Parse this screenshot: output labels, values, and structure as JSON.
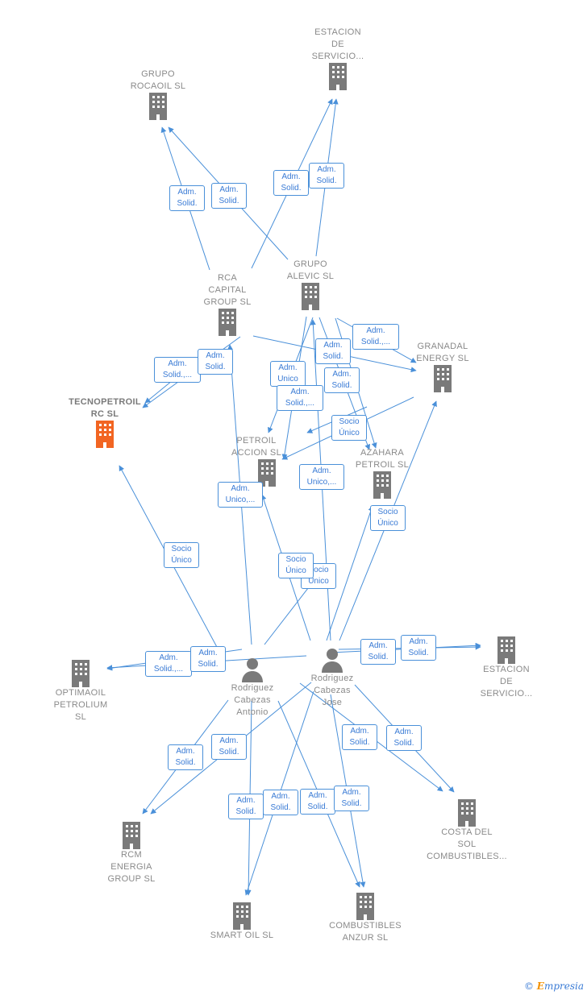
{
  "colors": {
    "edge": "#4a90d9",
    "company": "#7a7a7a",
    "highlight": "#f26522",
    "person": "#7a7a7a"
  },
  "nodes": {
    "estacion1": {
      "label": "ESTACION\nDE\nSERVICIO...",
      "icon": "building-icon"
    },
    "rocaoil": {
      "label": "GRUPO\nROCAOIL SL",
      "icon": "building-icon"
    },
    "rca": {
      "label": "RCA\nCAPITAL\nGROUP SL",
      "icon": "building-icon"
    },
    "alevic": {
      "label": "GRUPO\nALEVIC SL",
      "icon": "building-icon"
    },
    "granadal": {
      "label": "GRANADAL\nENERGY SL",
      "icon": "building-icon"
    },
    "tecnopetroil": {
      "label": "TECNOPETROIL\nRC SL",
      "icon": "building-icon"
    },
    "petroil": {
      "label": "PETROIL\nACCION SL",
      "icon": "building-icon"
    },
    "azahara": {
      "label": "AZAHARA\nPETROIL SL",
      "icon": "building-icon"
    },
    "optimaoil": {
      "label": "OPTIMAOIL\nPETROLIUM\nSL",
      "icon": "building-icon"
    },
    "estacion2": {
      "label": "ESTACION\nDE\nSERVICIO...",
      "icon": "building-icon"
    },
    "antonio": {
      "label": "Rodriguez\nCabezas\nAntonio",
      "icon": "person-icon"
    },
    "jose": {
      "label": "Rodriguez\nCabezas\nJose",
      "icon": "person-icon"
    },
    "rcm": {
      "label": "RCM\nENERGIA\nGROUP SL",
      "icon": "building-icon"
    },
    "costa": {
      "label": "COSTA DEL\nSOL\nCOMBUSTIBLES...",
      "icon": "building-icon"
    },
    "smartoil": {
      "label": "SMART OIL SL",
      "icon": "building-icon"
    },
    "anzur": {
      "label": "COMBUSTIBLES\nANZUR SL",
      "icon": "building-icon"
    }
  },
  "badges": [
    "Adm.\nSolid.",
    "Adm.\nSolid.",
    "Adm.\nSolid.",
    "Adm.\nSolid.",
    "Adm.\nSolid.,...",
    "Adm.\nSolid.",
    "Adm.\nSolid.",
    "Adm.\nSolid.,...",
    "Adm.\nUnico",
    "Adm.\nSolid.,...",
    "Adm.\nSolid.",
    "Socio\nÚnico",
    "Adm.\nUnico,...",
    "Adm.\nUnico,...",
    "Socio\nÚnico",
    "Socio\nÚnico",
    "Socio\nÚnico",
    "Socio\nÚnico",
    "Adm.\nSolid.,...",
    "Adm.\nSolid.",
    "Adm.\nSolid.",
    "Adm.\nSolid.",
    "Adm.\nSolid.",
    "Adm.\nSolid.",
    "Adm.\nSolid.",
    "Adm.\nSolid.",
    "Adm.\nSolid.",
    "Adm.\nSolid.",
    "Adm.\nSolid.",
    "Adm.\nSolid."
  ],
  "footer": {
    "copyright": "©",
    "brand_e": "E",
    "brand_rest": "mpresia"
  }
}
